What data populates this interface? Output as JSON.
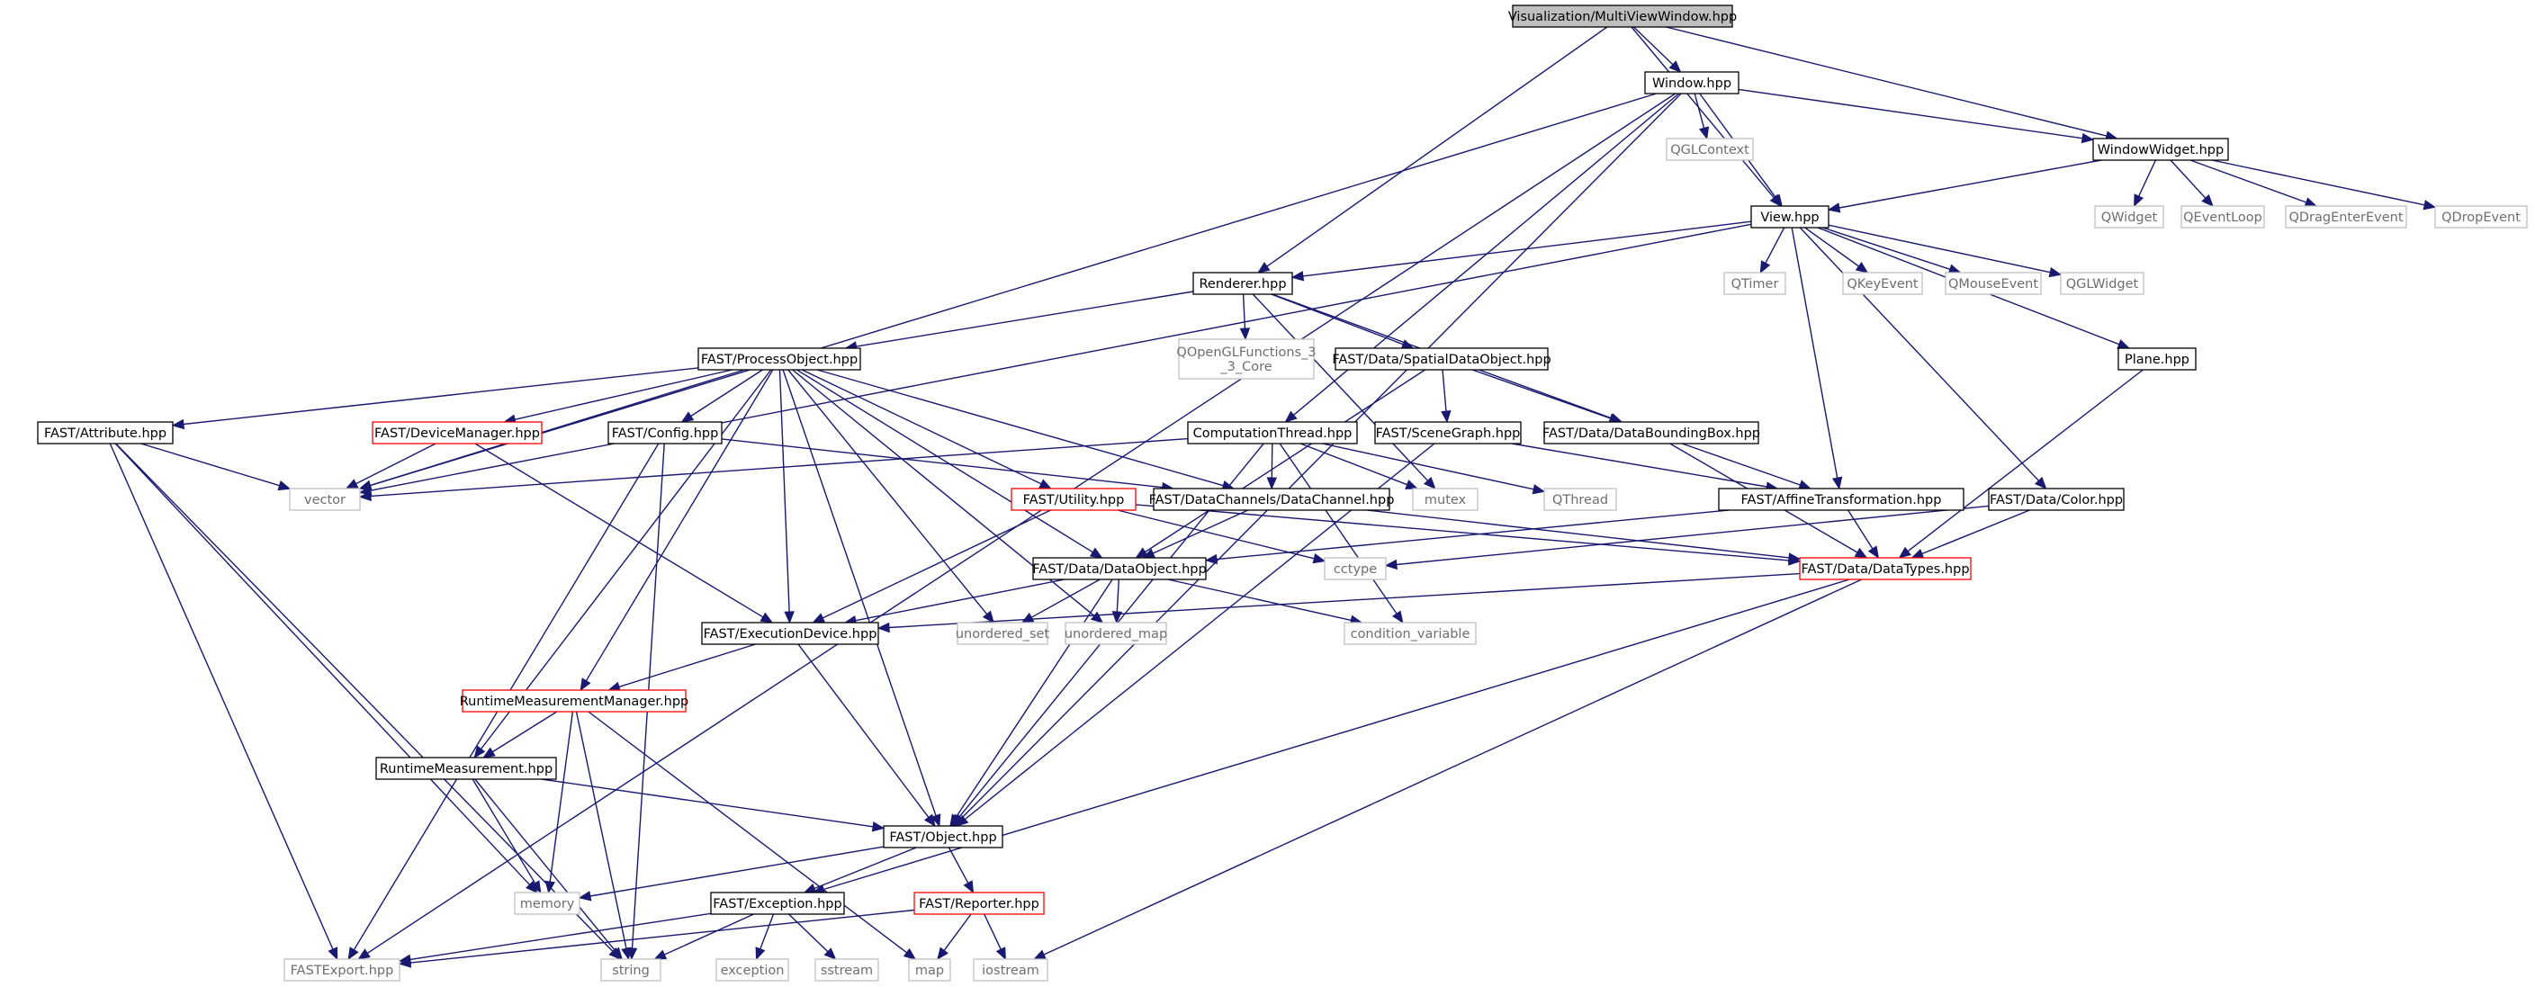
{
  "colors": {
    "edge": "#191970",
    "node_border": "#000000",
    "root_fill": "#bfbfbf",
    "red_border": "#ff0000",
    "grey_border": "#bfbfbf"
  },
  "nodes": [
    {
      "id": "root",
      "label": "Visualization/MultiViewWindow.hpp",
      "style": "root"
    },
    {
      "id": "window",
      "label": "Window.hpp",
      "style": "black"
    },
    {
      "id": "windowwidget",
      "label": "WindowWidget.hpp",
      "style": "black"
    },
    {
      "id": "view",
      "label": "View.hpp",
      "style": "black"
    },
    {
      "id": "renderer",
      "label": "Renderer.hpp",
      "style": "black"
    },
    {
      "id": "processobject",
      "label": "FAST/ProcessObject.hpp",
      "style": "black"
    },
    {
      "id": "spatialdataobject",
      "label": "FAST/Data/SpatialDataObject.hpp",
      "style": "black"
    },
    {
      "id": "attribute",
      "label": "FAST/Attribute.hpp",
      "style": "black"
    },
    {
      "id": "devicemanager",
      "label": "FAST/DeviceManager.hpp",
      "style": "red"
    },
    {
      "id": "config",
      "label": "FAST/Config.hpp",
      "style": "black"
    },
    {
      "id": "computationthread",
      "label": "ComputationThread.hpp",
      "style": "black"
    },
    {
      "id": "scenegraph",
      "label": "FAST/SceneGraph.hpp",
      "style": "black"
    },
    {
      "id": "databoundingbox",
      "label": "FAST/Data/DataBoundingBox.hpp",
      "style": "black"
    },
    {
      "id": "plane",
      "label": "Plane.hpp",
      "style": "black"
    },
    {
      "id": "utility",
      "label": "FAST/Utility.hpp",
      "style": "red"
    },
    {
      "id": "datachannel",
      "label": "FAST/DataChannels/DataChannel.hpp",
      "style": "black"
    },
    {
      "id": "affine",
      "label": "FAST/AffineTransformation.hpp",
      "style": "black"
    },
    {
      "id": "color",
      "label": "FAST/Data/Color.hpp",
      "style": "black"
    },
    {
      "id": "dataobject",
      "label": "FAST/Data/DataObject.hpp",
      "style": "black"
    },
    {
      "id": "datatypes",
      "label": "FAST/Data/DataTypes.hpp",
      "style": "red"
    },
    {
      "id": "executiondevice",
      "label": "FAST/ExecutionDevice.hpp",
      "style": "black"
    },
    {
      "id": "rtmanager",
      "label": "RuntimeMeasurementManager.hpp",
      "style": "red"
    },
    {
      "id": "rtmeasurement",
      "label": "RuntimeMeasurement.hpp",
      "style": "black"
    },
    {
      "id": "object",
      "label": "FAST/Object.hpp",
      "style": "black"
    },
    {
      "id": "exception",
      "label": "FAST/Exception.hpp",
      "style": "black"
    },
    {
      "id": "reporter",
      "label": "FAST/Reporter.hpp",
      "style": "red"
    },
    {
      "id": "fastexport",
      "label": "FASTExport.hpp",
      "style": "grey"
    },
    {
      "id": "qglcontext",
      "label": "QGLContext",
      "style": "grey"
    },
    {
      "id": "qwidget",
      "label": "QWidget",
      "style": "grey"
    },
    {
      "id": "qeventloop",
      "label": "QEventLoop",
      "style": "grey"
    },
    {
      "id": "qdragenterevent",
      "label": "QDragEnterEvent",
      "style": "grey"
    },
    {
      "id": "qdropevent",
      "label": "QDropEvent",
      "style": "grey"
    },
    {
      "id": "qtimer",
      "label": "QTimer",
      "style": "grey"
    },
    {
      "id": "qkeyevent",
      "label": "QKeyEvent",
      "style": "grey"
    },
    {
      "id": "qmouseevent",
      "label": "QMouseEvent",
      "style": "grey"
    },
    {
      "id": "qglwidget",
      "label": "QGLWidget",
      "style": "grey"
    },
    {
      "id": "qopengl",
      "label": "QOpenGLFunctions_3\n_3_Core",
      "style": "grey"
    },
    {
      "id": "vector",
      "label": "vector",
      "style": "grey"
    },
    {
      "id": "mutex",
      "label": "mutex",
      "style": "grey"
    },
    {
      "id": "qthread",
      "label": "QThread",
      "style": "grey"
    },
    {
      "id": "cctype",
      "label": "cctype",
      "style": "grey"
    },
    {
      "id": "unordered_set",
      "label": "unordered_set",
      "style": "grey"
    },
    {
      "id": "unordered_map",
      "label": "unordered_map",
      "style": "grey"
    },
    {
      "id": "condition_variable",
      "label": "condition_variable",
      "style": "grey"
    },
    {
      "id": "memory",
      "label": "memory",
      "style": "grey"
    },
    {
      "id": "string",
      "label": "string",
      "style": "grey"
    },
    {
      "id": "exception_std",
      "label": "exception",
      "style": "grey"
    },
    {
      "id": "sstream",
      "label": "sstream",
      "style": "grey"
    },
    {
      "id": "map",
      "label": "map",
      "style": "grey"
    },
    {
      "id": "iostream",
      "label": "iostream",
      "style": "grey"
    }
  ],
  "edges": [
    [
      "root",
      "window"
    ],
    [
      "root",
      "windowwidget"
    ],
    [
      "root",
      "view"
    ],
    [
      "root",
      "renderer"
    ],
    [
      "window",
      "qglcontext"
    ],
    [
      "window",
      "windowwidget"
    ],
    [
      "window",
      "view"
    ],
    [
      "window",
      "vector"
    ],
    [
      "window",
      "fastexport"
    ],
    [
      "window",
      "computationthread"
    ],
    [
      "window",
      "object"
    ],
    [
      "windowwidget",
      "view"
    ],
    [
      "windowwidget",
      "qwidget"
    ],
    [
      "windowwidget",
      "qeventloop"
    ],
    [
      "windowwidget",
      "qdragenterevent"
    ],
    [
      "windowwidget",
      "qdropevent"
    ],
    [
      "view",
      "renderer"
    ],
    [
      "view",
      "qtimer"
    ],
    [
      "view",
      "qkeyevent"
    ],
    [
      "view",
      "qmouseevent"
    ],
    [
      "view",
      "qglwidget"
    ],
    [
      "view",
      "plane"
    ],
    [
      "view",
      "vector"
    ],
    [
      "view",
      "affine"
    ],
    [
      "view",
      "color"
    ],
    [
      "renderer",
      "processobject"
    ],
    [
      "renderer",
      "qopengl"
    ],
    [
      "renderer",
      "spatialdataobject"
    ],
    [
      "renderer",
      "databoundingbox"
    ],
    [
      "renderer",
      "mutex"
    ],
    [
      "processobject",
      "attribute"
    ],
    [
      "processobject",
      "devicemanager"
    ],
    [
      "processobject",
      "config"
    ],
    [
      "processobject",
      "vector"
    ],
    [
      "processobject",
      "utility"
    ],
    [
      "processobject",
      "datachannel"
    ],
    [
      "processobject",
      "dataobject"
    ],
    [
      "processobject",
      "executiondevice"
    ],
    [
      "processobject",
      "rtmanager"
    ],
    [
      "processobject",
      "rtmeasurement"
    ],
    [
      "processobject",
      "object"
    ],
    [
      "processobject",
      "unordered_set"
    ],
    [
      "processobject",
      "unordered_map"
    ],
    [
      "spatialdataobject",
      "dataobject"
    ],
    [
      "spatialdataobject",
      "scenegraph"
    ],
    [
      "spatialdataobject",
      "databoundingbox"
    ],
    [
      "attribute",
      "vector"
    ],
    [
      "attribute",
      "fastexport"
    ],
    [
      "attribute",
      "memory"
    ],
    [
      "attribute",
      "string"
    ],
    [
      "devicemanager",
      "vector"
    ],
    [
      "devicemanager",
      "executiondevice"
    ],
    [
      "config",
      "datachannel"
    ],
    [
      "config",
      "fastexport"
    ],
    [
      "config",
      "string"
    ],
    [
      "computationthread",
      "vector"
    ],
    [
      "computationthread",
      "datachannel"
    ],
    [
      "computationthread",
      "mutex"
    ],
    [
      "computationthread",
      "qthread"
    ],
    [
      "computationthread",
      "condition_variable"
    ],
    [
      "computationthread",
      "object"
    ],
    [
      "scenegraph",
      "affine"
    ],
    [
      "scenegraph",
      "object"
    ],
    [
      "databoundingbox",
      "affine"
    ],
    [
      "databoundingbox",
      "datatypes"
    ],
    [
      "plane",
      "datatypes"
    ],
    [
      "utility",
      "cctype"
    ],
    [
      "utility",
      "datatypes"
    ],
    [
      "utility",
      "executiondevice"
    ],
    [
      "datachannel",
      "dataobject"
    ],
    [
      "datachannel",
      "datatypes"
    ],
    [
      "affine",
      "datatypes"
    ],
    [
      "affine",
      "dataobject"
    ],
    [
      "color",
      "datatypes"
    ],
    [
      "color",
      "cctype"
    ],
    [
      "dataobject",
      "executiondevice"
    ],
    [
      "dataobject",
      "unordered_set"
    ],
    [
      "dataobject",
      "unordered_map"
    ],
    [
      "dataobject",
      "condition_variable"
    ],
    [
      "dataobject",
      "object"
    ],
    [
      "datatypes",
      "executiondevice"
    ],
    [
      "datatypes",
      "exception"
    ],
    [
      "datatypes",
      "iostream"
    ],
    [
      "executiondevice",
      "rtmanager"
    ],
    [
      "executiondevice",
      "object"
    ],
    [
      "rtmanager",
      "rtmeasurement"
    ],
    [
      "rtmanager",
      "memory"
    ],
    [
      "rtmanager",
      "string"
    ],
    [
      "rtmanager",
      "map"
    ],
    [
      "rtmeasurement",
      "object"
    ],
    [
      "rtmeasurement",
      "memory"
    ],
    [
      "rtmeasurement",
      "string"
    ],
    [
      "object",
      "memory"
    ],
    [
      "object",
      "exception"
    ],
    [
      "object",
      "reporter"
    ],
    [
      "exception",
      "fastexport"
    ],
    [
      "exception",
      "exception_std"
    ],
    [
      "exception",
      "string"
    ],
    [
      "exception",
      "sstream"
    ],
    [
      "reporter",
      "fastexport"
    ],
    [
      "reporter",
      "map"
    ],
    [
      "reporter",
      "iostream"
    ]
  ]
}
